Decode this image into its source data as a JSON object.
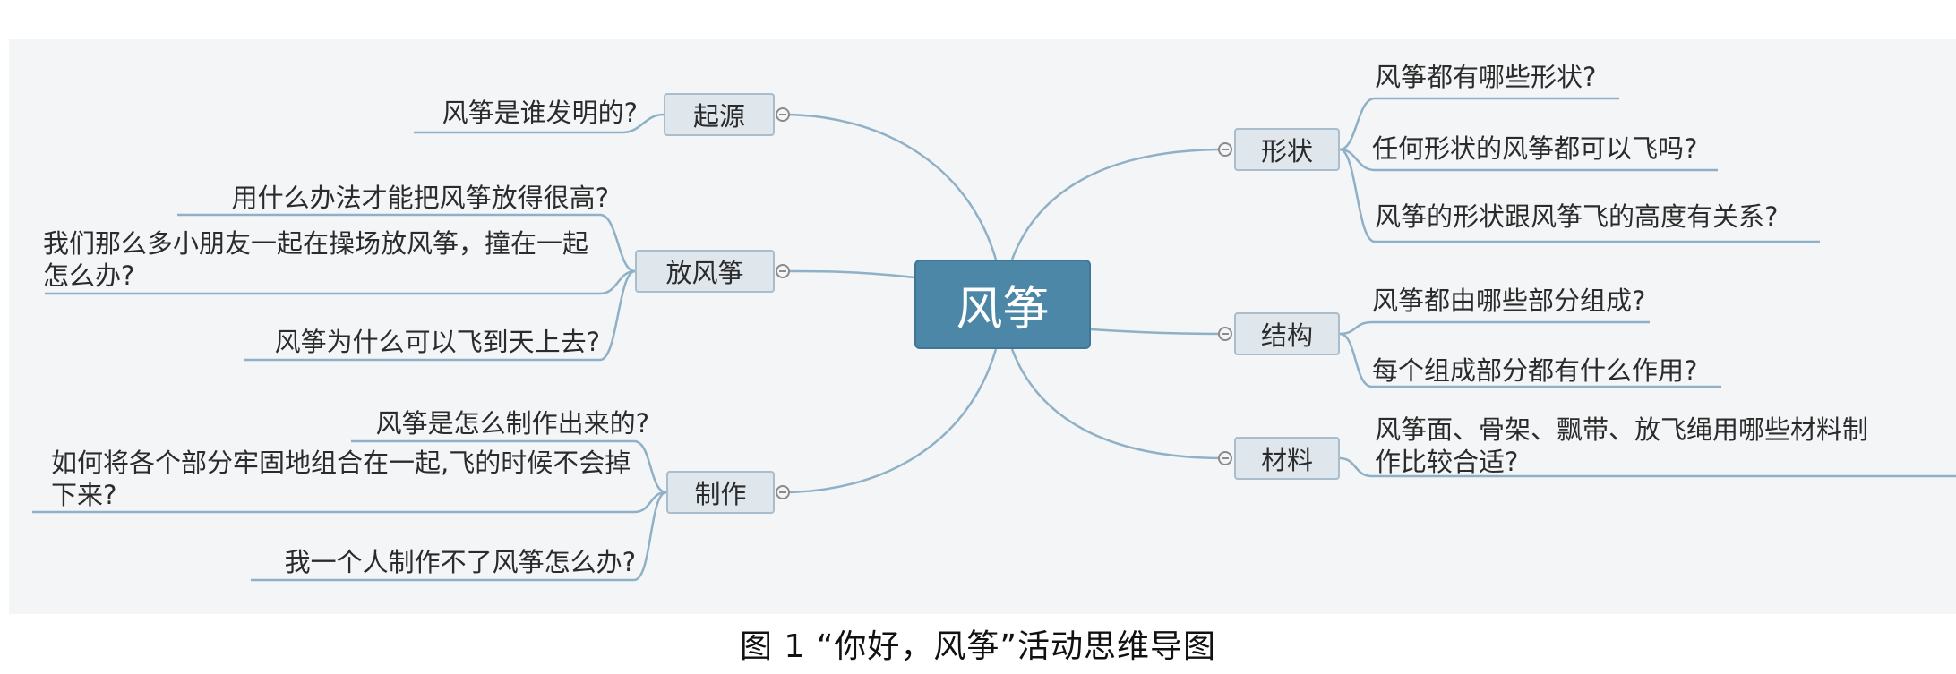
{
  "root": "风筝",
  "branches": {
    "origin": {
      "label": "起源",
      "items": [
        "风筝是谁发明的?"
      ]
    },
    "flying": {
      "label": "放风筝",
      "items": [
        "用什么办法才能把风筝放得很高?",
        "我们那么多小朋友一起在操场放风筝，撞在一起怎么办?",
        "风筝为什么可以飞到天上去?"
      ]
    },
    "making": {
      "label": "制作",
      "items": [
        "风筝是怎么制作出来的?",
        "如何将各个部分牢固地组合在一起,飞的时候不会掉下来?",
        "我一个人制作不了风筝怎么办?"
      ]
    },
    "shape": {
      "label": "形状",
      "items": [
        "风筝都有哪些形状?",
        "任何形状的风筝都可以飞吗?",
        "风筝的形状跟风筝飞的高度有关系?"
      ]
    },
    "structure": {
      "label": "结构",
      "items": [
        "风筝都由哪些部分组成?",
        "每个组成部分都有什么作用?"
      ]
    },
    "material": {
      "label": "材料",
      "items": [
        "风筝面、骨架、飘带、放飞绳用哪些材料制作比较合适?"
      ]
    }
  },
  "caption": "图 1 “你好，风筝”活动思维导图",
  "colors": {
    "line": "#8fb0c6",
    "root_fill": "#4d87a8",
    "node_fill": "#dfe6ec",
    "background": "#f3f5f6"
  }
}
